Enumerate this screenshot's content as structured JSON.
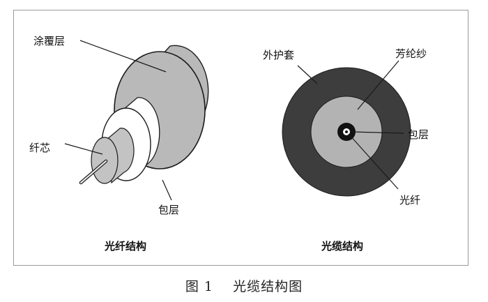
{
  "fiber_diagram": {
    "subtitle": "光纤结构",
    "labels": {
      "coating": "涂覆层",
      "core": "纤芯",
      "cladding": "包层"
    }
  },
  "cable_diagram": {
    "subtitle": "光缆结构",
    "labels": {
      "jacket": "外护套",
      "aramid": "芳纶纱",
      "cladding": "包层",
      "fiber": "光纤"
    }
  },
  "figure_caption": "图 1    光缆结构图",
  "colors": {
    "coating": "#b9b9b9",
    "buffer": "#ffffff",
    "core": "#c3c3c3",
    "jacket": "#3d3d3d",
    "aramid": "#b3b3b3",
    "outline": "#1a1a1a"
  }
}
